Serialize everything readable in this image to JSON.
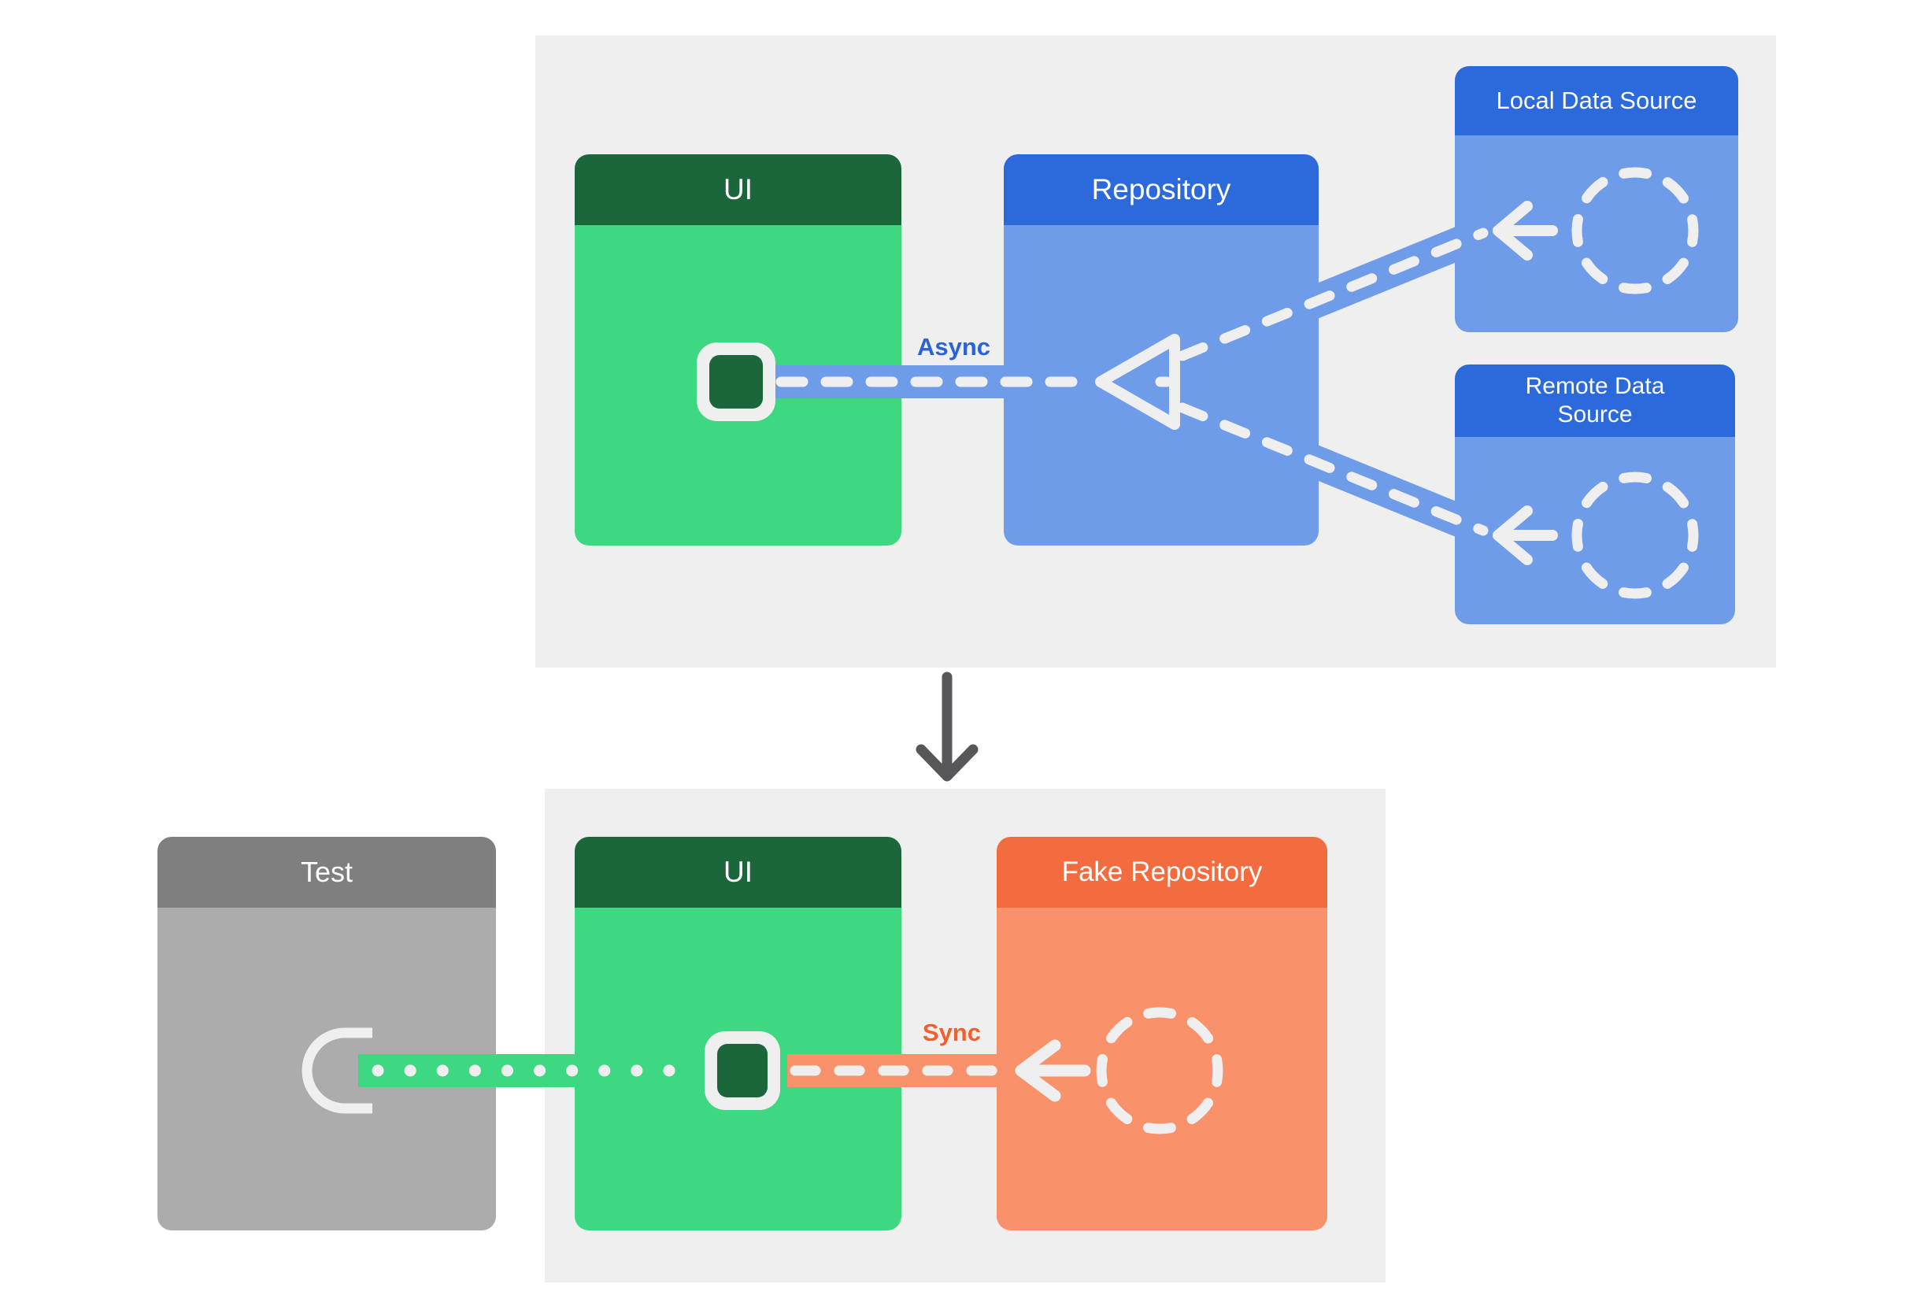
{
  "diagram": {
    "top": {
      "ui": {
        "title": "UI"
      },
      "repository": {
        "title": "Repository"
      },
      "local_data_source": {
        "title": "Local Data Source"
      },
      "remote_data_source": {
        "title": "Remote Data Source"
      },
      "async_label": "Async"
    },
    "bottom": {
      "test": {
        "title": "Test"
      },
      "ui": {
        "title": "UI"
      },
      "fake_repository": {
        "title": "Fake Repository"
      },
      "sync_label": "Sync"
    }
  },
  "colors": {
    "page-bg": "#ffffff",
    "panel-bg": "#efefef",
    "detail": "#efefef",
    "green-body": "#3dd881",
    "green-dark": "#1b673b",
    "blue-header": "#2c69da",
    "blue-body": "#6f9ce9",
    "async-blue": "#2b62d6",
    "orange-header": "#f36c3f",
    "orange-body": "#f9916b",
    "sync-orange": "#f25f2d",
    "gray-header": "#7f7f7f",
    "gray-body": "#acacac",
    "arrow-gray": "#57575a"
  }
}
